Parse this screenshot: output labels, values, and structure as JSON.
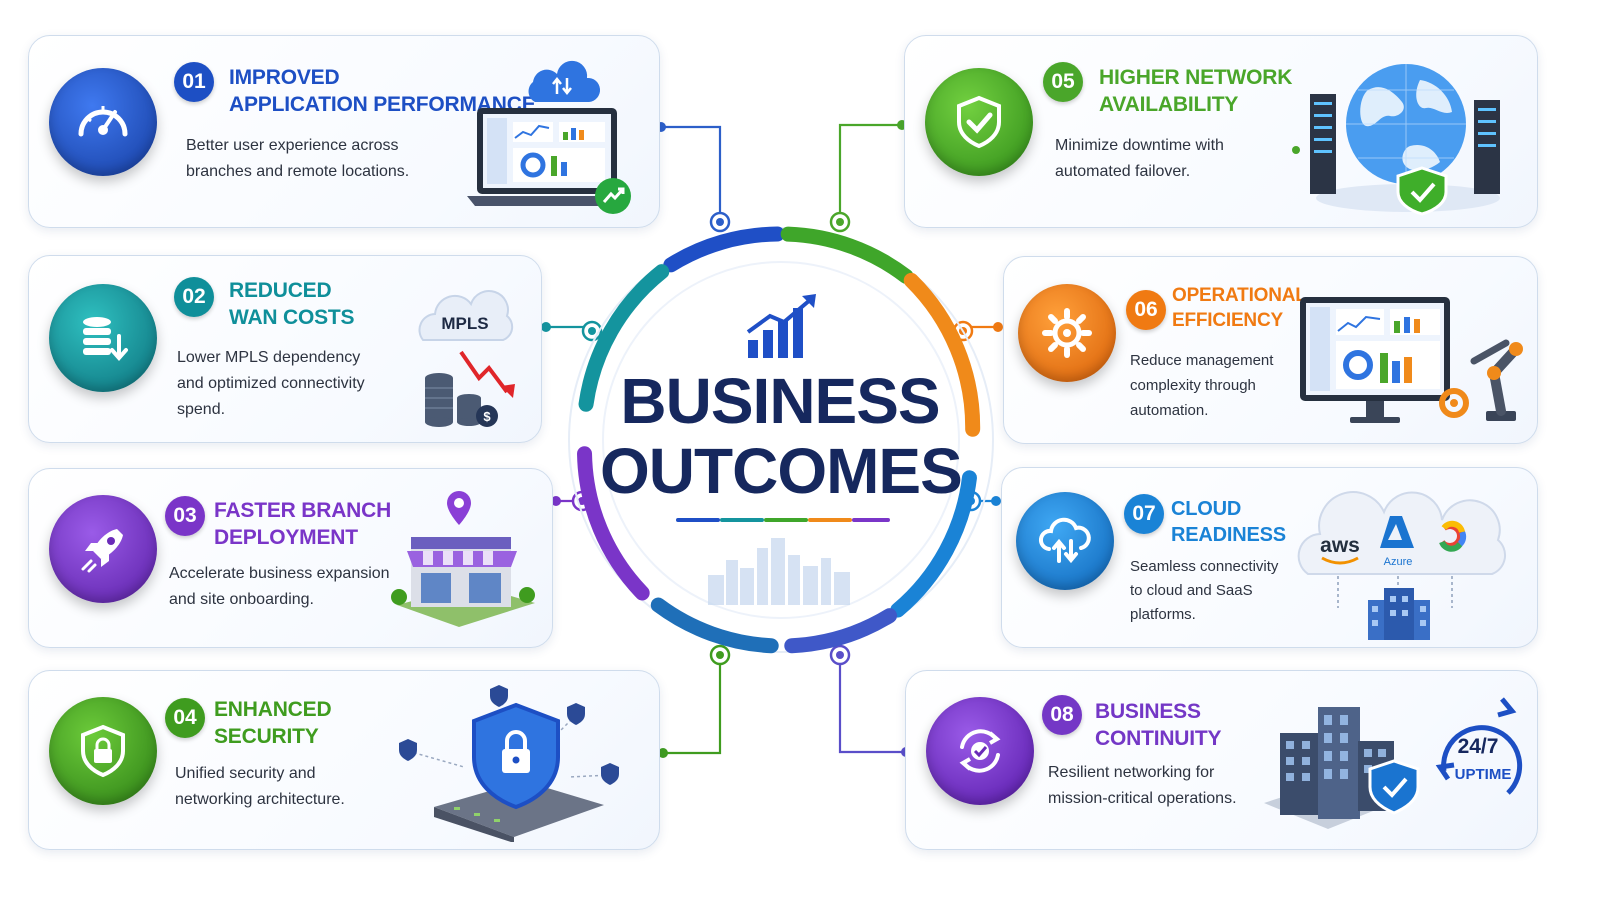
{
  "center": {
    "title_line1": "BUSINESS",
    "title_line2": "OUTCOMES",
    "icon": "growth-chart-icon"
  },
  "outcomes": [
    {
      "number": "01",
      "title_lines": [
        "IMPROVED",
        "APPLICATION PERFORMANCE"
      ],
      "desc_lines": [
        "Better user experience across",
        "branches and remote locations."
      ],
      "color": "#1d4fc4",
      "icon": "speedometer-icon",
      "illustration": "laptop-dashboard-cloud"
    },
    {
      "number": "02",
      "title_lines": [
        "REDUCED",
        "WAN COSTS"
      ],
      "desc_lines": [
        "Lower MPLS dependency",
        "and optimized connectivity",
        "spend."
      ],
      "color": "#0f8f9a",
      "icon": "database-down-icon",
      "illustration": "mpls-cost-drop",
      "illustration_label": "MPLS"
    },
    {
      "number": "03",
      "title_lines": [
        "FASTER BRANCH",
        "DEPLOYMENT"
      ],
      "desc_lines": [
        "Accelerate business expansion",
        "and site onboarding."
      ],
      "color": "#7a35c8",
      "icon": "rocket-icon",
      "illustration": "branch-store"
    },
    {
      "number": "04",
      "title_lines": [
        "ENHANCED",
        "SECURITY"
      ],
      "desc_lines": [
        "Unified security and",
        "networking architecture."
      ],
      "color": "#3f9c1f",
      "icon": "lock-shield-icon",
      "illustration": "security-shield-network"
    },
    {
      "number": "05",
      "title_lines": [
        "HIGHER NETWORK",
        "AVAILABILITY"
      ],
      "desc_lines": [
        "Minimize downtime with",
        "automated failover."
      ],
      "color": "#4aa62a",
      "icon": "check-shield-icon",
      "illustration": "globe-servers"
    },
    {
      "number": "06",
      "title_lines": [
        "OPERATIONAL",
        "EFFICIENCY"
      ],
      "desc_lines": [
        "Reduce management",
        "complexity through",
        "automation."
      ],
      "color": "#f07a12",
      "icon": "gear-icon",
      "illustration": "monitor-robot-arm"
    },
    {
      "number": "07",
      "title_lines": [
        "CLOUD",
        "READINESS"
      ],
      "desc_lines": [
        "Seamless connectivity",
        "to cloud and SaaS",
        "platforms."
      ],
      "color": "#1a83d6",
      "icon": "cloud-sync-icon",
      "illustration": "cloud-providers",
      "illustration_labels": [
        "aws",
        "Azure"
      ]
    },
    {
      "number": "08",
      "title_lines": [
        "BUSINESS",
        "CONTINUITY"
      ],
      "desc_lines": [
        "Resilient networking for",
        "mission-critical operations."
      ],
      "color": "#7437c6",
      "icon": "sync-check-icon",
      "illustration": "buildings-uptime",
      "illustration_labels": [
        "24/7",
        "UPTIME"
      ]
    }
  ],
  "colors": {
    "navy": "#16285e",
    "blue": "#1d4fc4",
    "teal": "#0f8f9a",
    "purple": "#7a35c8",
    "green": "#3f9c1f",
    "orange": "#f07a12",
    "sky": "#1a83d6"
  }
}
